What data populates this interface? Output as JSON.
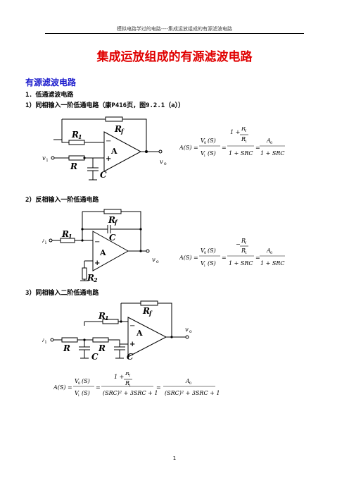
{
  "header": {
    "text": "模拟电路学过的电路----集成运放组成的有源滤波电路"
  },
  "title": "集成运放组成的有源滤波电路",
  "section": {
    "heading": "有源滤波电路"
  },
  "items": {
    "lowpass_heading": "1．低通滤波电路",
    "circuit1_heading": "1）同相输入一阶低通电路（康P416页，图9.2.1（a））",
    "circuit2_heading": "2）反相输入一阶低通电路",
    "circuit3_heading": "3）同相输入二阶低通电路"
  },
  "labels": {
    "R1": "R",
    "R1_sub": "1",
    "Rf": "R",
    "Rf_sub": "f",
    "R": "R",
    "C": "C",
    "A": "A",
    "R2": "R",
    "R2_sub": "2",
    "vi": "v",
    "vi_sub": "i",
    "vo": "v",
    "vo_sub": "o",
    "minus": "−",
    "plus": "+"
  },
  "formulas": {
    "eq1": {
      "lhs": "A(S) =",
      "num_top": "1 +",
      "rf": "R",
      "rf_sub": "f",
      "r1": "R",
      "r1_sub": "1",
      "v0": "V",
      "v0_sub": "0",
      "arg": "(S)",
      "vi": "V",
      "vi_sub": "i",
      "den": "1 + SRC",
      "a0": "A",
      "a0_sub": "0"
    },
    "eq2": {
      "lhs": "A(S) =",
      "neg": "−",
      "rf": "R",
      "rf_sub": "f",
      "r1": "R",
      "r1_sub": "1",
      "v0": "V",
      "v0_sub": "0",
      "arg": "(S)",
      "vi": "V",
      "vi_sub": "i",
      "den": "1 + SRC",
      "a0": "A",
      "a0_sub": "0"
    },
    "eq3": {
      "lhs": "A(S) =",
      "num_top": "1 +",
      "rf": "R",
      "rf_sub": "f",
      "r1": "R",
      "r1_sub": "1",
      "v0": "V",
      "v0_sub": "0",
      "arg": "(S)",
      "vi": "V",
      "vi_sub": "i",
      "den": "(SRC)² + 3SRC + 1",
      "a0": "A",
      "a0_sub": "0"
    }
  },
  "page_number": "1"
}
